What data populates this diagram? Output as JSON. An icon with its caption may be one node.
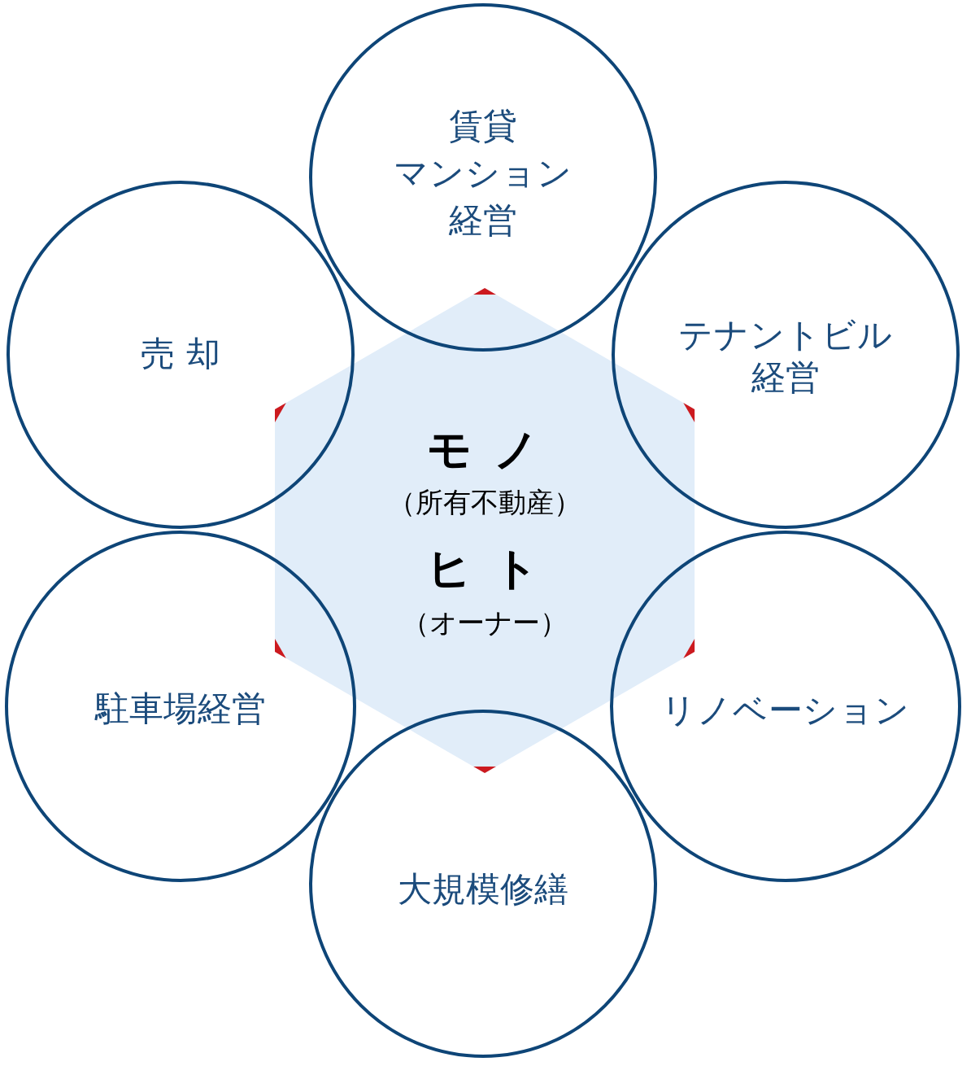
{
  "diagram": {
    "nodes": [
      {
        "text": [
          "賃貸マンション経営"
        ]
      },
      {
        "text": [
          "売 却"
        ]
      },
      {
        "text": [
          "テナントビル経営"
        ]
      },
      {
        "text": [
          "モ ノ",
          "（所有不動産）",
          "ヒ ト",
          "（オーナー）"
        ]
      },
      {
        "text": [
          "駐車場経営"
        ]
      },
      {
        "text": [
          "リノベーション"
        ]
      },
      {
        "text": [
          "大規模修繕"
        ]
      }
    ]
  }
}
